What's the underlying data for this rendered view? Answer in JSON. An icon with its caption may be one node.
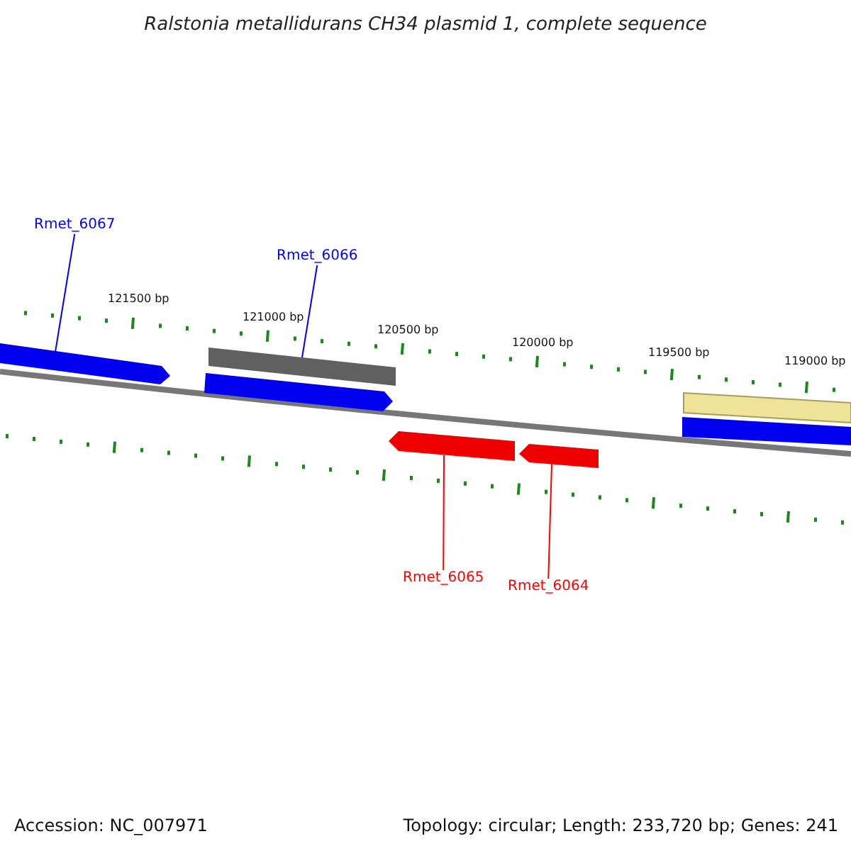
{
  "diagram": {
    "title": "Ralstonia metallidurans CH34 plasmid 1, complete sequence",
    "nodes": [
      {
        "text": [
          "Rmet_6067"
        ]
      },
      {
        "text": [
          "Rmet_6066"
        ]
      },
      {
        "text": [
          "Rmet_6065"
        ]
      },
      {
        "text": [
          "Rmet_6064"
        ]
      },
      {
        "text": [],
        "shape": "arrow"
      },
      {
        "text": [],
        "shape": "bar"
      },
      {
        "text": [],
        "shape": "arrow"
      },
      {
        "text": [],
        "shape": "arrow"
      },
      {
        "text": [],
        "shape": "arrow"
      },
      {
        "text": [],
        "shape": "bar"
      },
      {
        "text": [],
        "shape": "bar"
      }
    ],
    "edges": [
      {
        "from": 0,
        "to": 4,
        "arrow": "none",
        "color": "#0000ff"
      },
      {
        "from": 1,
        "to": 5,
        "arrow": "none",
        "color": "#0000ff"
      },
      {
        "from": 2,
        "to": 7,
        "arrow": "none",
        "color": "#ff0000"
      },
      {
        "from": 3,
        "to": 8,
        "arrow": "none",
        "color": "#ff0000"
      }
    ],
    "labels": [
      "121500 bp",
      "121000 bp",
      "120500 bp",
      "120000 bp",
      "119500 bp",
      "119000 bp",
      "Accession: NC_007971",
      "Topology: circular; Length: 233,720 bp; Genes: 241"
    ]
  }
}
